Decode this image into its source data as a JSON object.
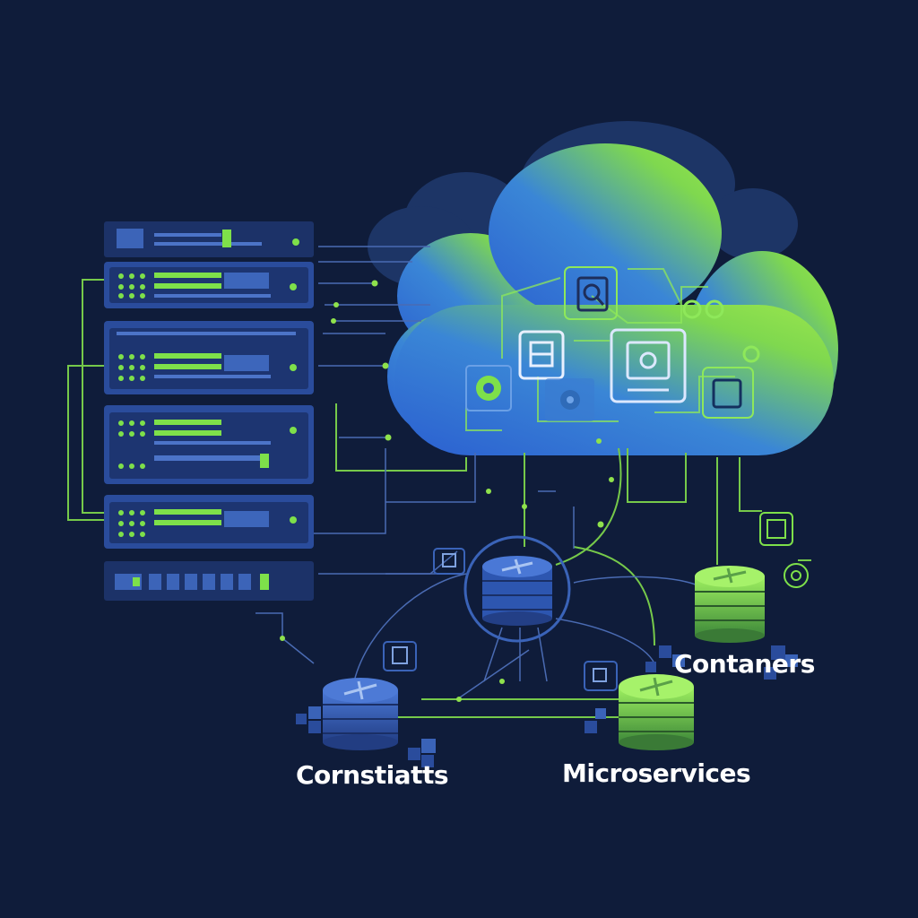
{
  "labels": {
    "containers": "Contaners",
    "constraints": "Cornstiatts",
    "microservices": "Microservices"
  },
  "colors": {
    "background": "#0f1c3a",
    "server_blue": "#2c4f9e",
    "server_dark": "#1b2f63",
    "accent_green": "#7ee04a",
    "cloud_blue": "#2f6fd6",
    "cloud_green": "#8fe24c",
    "line_green": "#7fd24d",
    "line_blue": "#3a63b8"
  },
  "icons": {
    "server_rack": "server-rack-icon",
    "cloud": "cloud-icon",
    "database": "database-stack-icon",
    "gear": "gear-icon",
    "chip": "chip-icon",
    "cube": "cube-cluster-icon"
  }
}
